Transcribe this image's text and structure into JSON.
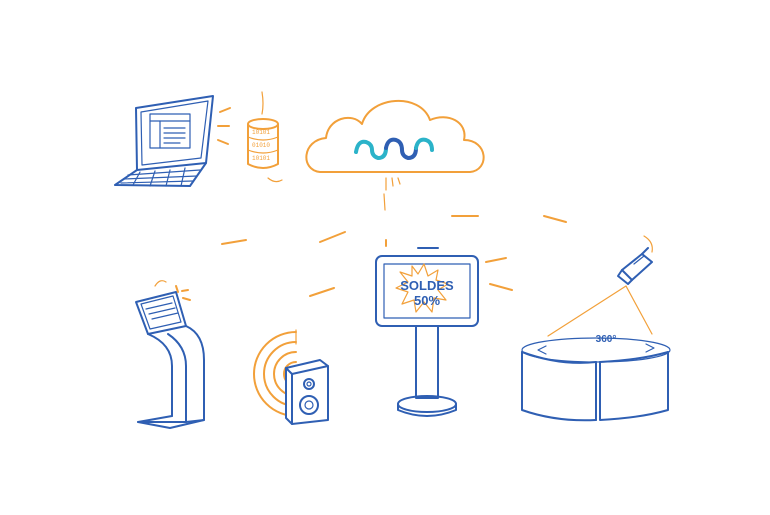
{
  "sign": {
    "line1": "SOLDES",
    "line2": "50%"
  },
  "panorama": {
    "label": "360°"
  },
  "colors": {
    "line_blue": "#2f5fb3",
    "accent_orange": "#f2a03a",
    "logo_teal": "#2bb3c9",
    "logo_blue": "#2f5fb3"
  },
  "icons": [
    "laptop-icon",
    "database-icon",
    "cloud-icon",
    "brand-logo",
    "kiosk-icon",
    "speaker-icon",
    "signage-display-icon",
    "camera-icon",
    "panorama-screen-icon"
  ]
}
